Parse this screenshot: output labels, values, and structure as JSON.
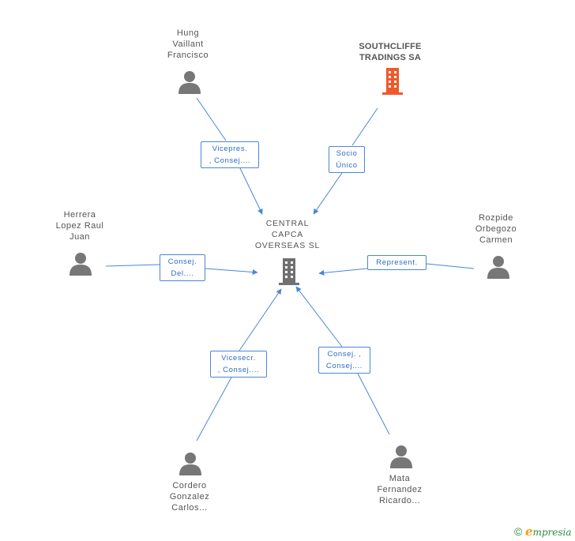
{
  "colors": {
    "edge": "#4a86d8",
    "person_icon": "#777777",
    "central_company_icon": "#707070",
    "highlight_company_icon": "#f0582a",
    "brand_green": "#2f8a3a",
    "brand_orange": "#f39c12"
  },
  "center": {
    "name_lines": [
      "CENTRAL",
      "CAPCA",
      "OVERSEAS SL"
    ],
    "icon": "building-icon"
  },
  "nodes": [
    {
      "id": "hung",
      "kind": "person",
      "icon": "person-icon",
      "name_lines": [
        "Hung",
        "Vaillant",
        "Francisco"
      ],
      "edge_label_lines": [
        "Vicepres.",
        ", Consej...."
      ]
    },
    {
      "id": "southcliffe",
      "kind": "company",
      "icon": "building-icon",
      "name_lines": [
        "SOUTHCLIFFE",
        "TRADINGS SA"
      ],
      "edge_label_lines": [
        "Socio",
        "Único"
      ]
    },
    {
      "id": "herrera",
      "kind": "person",
      "icon": "person-icon",
      "name_lines": [
        "Herrera",
        "Lopez Raul",
        "Juan"
      ],
      "edge_label_lines": [
        "Consej.",
        "Del...."
      ]
    },
    {
      "id": "rozpide",
      "kind": "person",
      "icon": "person-icon",
      "name_lines": [
        "Rozpide",
        "Orbegozo",
        "Carmen"
      ],
      "edge_label_lines": [
        "Represent."
      ]
    },
    {
      "id": "cordero",
      "kind": "person",
      "icon": "person-icon",
      "name_lines": [
        "Cordero",
        "Gonzalez",
        "Carlos..."
      ],
      "edge_label_lines": [
        "Vicesecr.",
        ", Consej...."
      ]
    },
    {
      "id": "mata",
      "kind": "person",
      "icon": "person-icon",
      "name_lines": [
        "Mata",
        "Fernandez",
        "Ricardo..."
      ],
      "edge_label_lines": [
        "Consej. ,",
        "Consej...."
      ]
    }
  ],
  "footer": {
    "copyright_symbol": "©",
    "brand_initial": "e",
    "brand_rest": "mpresia"
  }
}
